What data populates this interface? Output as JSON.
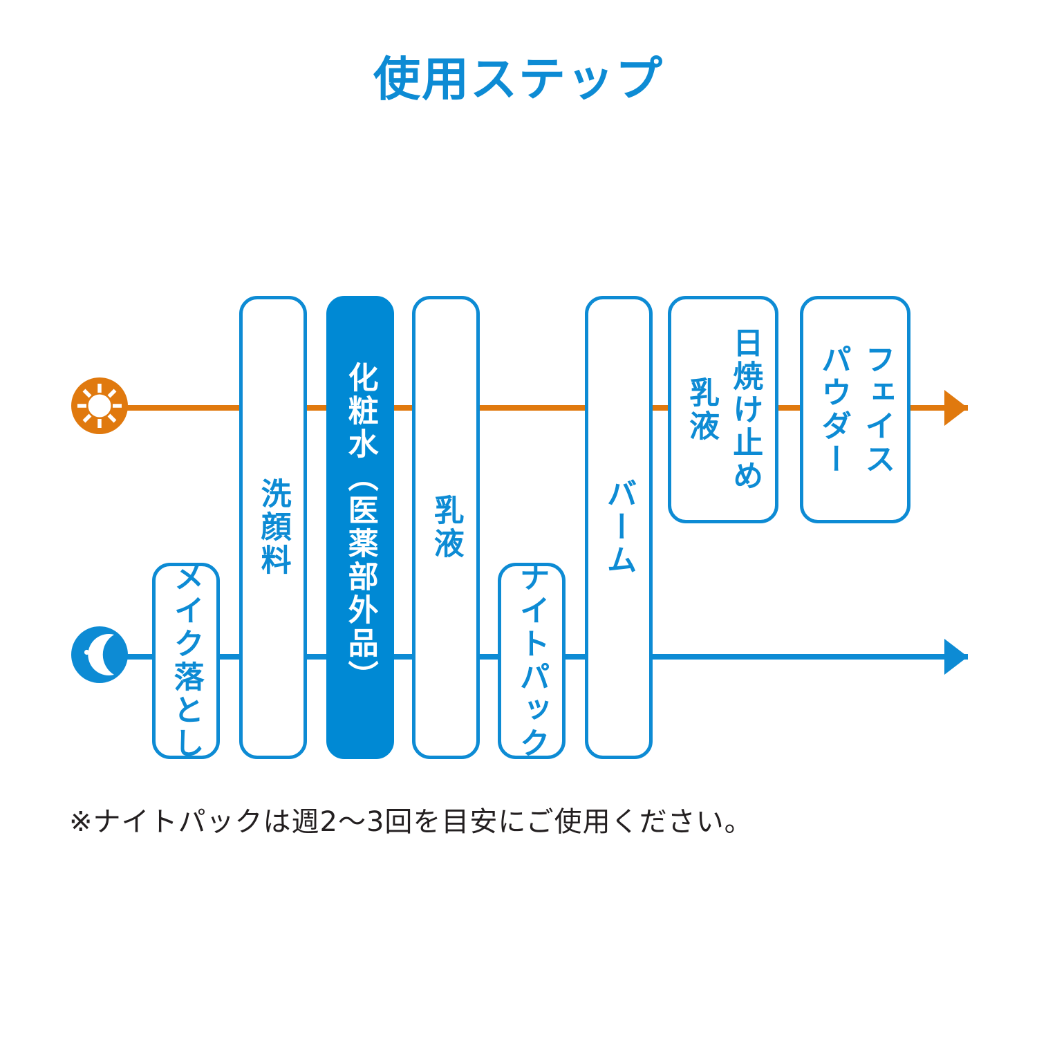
{
  "page": {
    "title": "使用ステップ",
    "background": "#ffffff"
  },
  "colors": {
    "brand_blue": "#0d8bd4",
    "fill_blue": "#0089d4",
    "day_orange": "#e0790e",
    "text_black": "#231f20"
  },
  "tracks": [
    {
      "id": "day",
      "icon": "sun-icon",
      "color": "#e0790e",
      "label": "daytime routine"
    },
    {
      "id": "night",
      "icon": "moon-icon",
      "color": "#0d8bd4",
      "label": "nighttime routine"
    }
  ],
  "steps": [
    {
      "id": "makeup-remover",
      "label": "メイク落とし",
      "label2": "",
      "highlight": false
    },
    {
      "id": "facial-cleanser",
      "label": "洗顔料",
      "label2": "",
      "highlight": false
    },
    {
      "id": "lotion",
      "label": "化粧水（医薬部外品）",
      "label2": "",
      "highlight": true
    },
    {
      "id": "emulsion",
      "label": "乳液",
      "label2": "",
      "highlight": false
    },
    {
      "id": "night-pack",
      "label": "ナイトパック",
      "label2": "",
      "highlight": false
    },
    {
      "id": "balm",
      "label": "バーム",
      "label2": "",
      "highlight": false
    },
    {
      "id": "sunscreen",
      "label": "日焼け止め",
      "label2": "乳液",
      "highlight": false
    },
    {
      "id": "face-powder",
      "label": "フェイス",
      "label2": "パウダー",
      "highlight": false
    }
  ],
  "footnote": {
    "text": "※ナイトパックは週2〜3回を目安にご使用ください。"
  }
}
